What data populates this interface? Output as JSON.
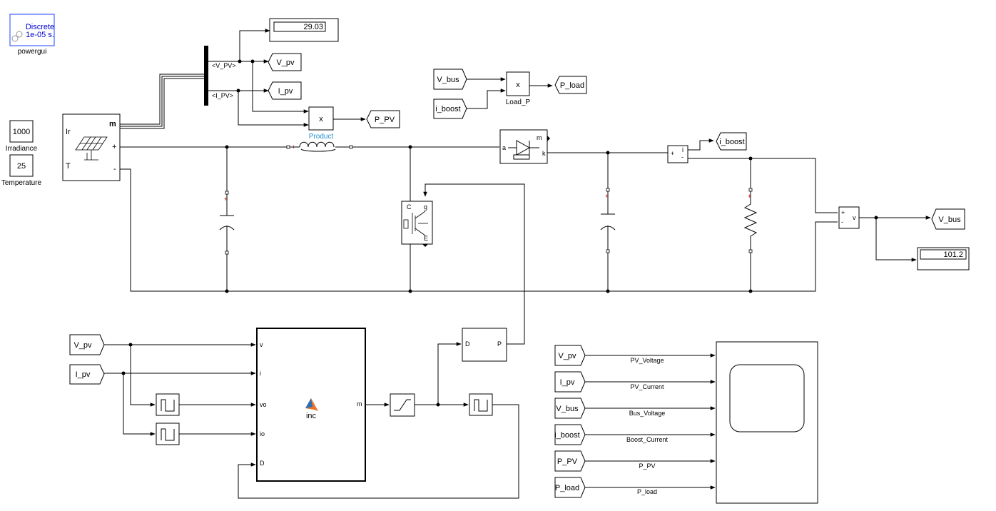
{
  "powergui": {
    "line1": "Discrete",
    "line2": "1e-05 s.",
    "name": "powergui"
  },
  "sources": {
    "irradiance": {
      "value": "1000",
      "name": "Irradiance"
    },
    "temperature": {
      "value": "25",
      "name": "Temperature"
    }
  },
  "pv_array": {
    "port_ir": "Ir",
    "port_t": "T",
    "port_m": "m",
    "port_plus": "+",
    "port_minus": "-"
  },
  "bus_selector": {
    "out1": "<V_PV>",
    "out2": "<I_PV>"
  },
  "display_pv": {
    "value": "29.03"
  },
  "display_bus": {
    "value": "101.2"
  },
  "goto": {
    "v_pv": "V_pv",
    "i_pv": "I_pv",
    "p_pv": "P_PV",
    "p_load": "P_load",
    "i_boost": "i_boost",
    "v_bus": "V_bus"
  },
  "from": {
    "v_bus": "V_bus",
    "i_boost": "i_boost",
    "v_pv_a": "V_pv",
    "i_pv_a": "I_pv",
    "v_pv_s": "V_pv",
    "i_pv_s": "I_pv",
    "v_bus_s": "V_bus",
    "i_boost_s": "i_boost",
    "p_pv_s": "P_PV",
    "p_load_s": "P_load"
  },
  "product": {
    "symbol": "x",
    "name": "Product"
  },
  "load_p": {
    "symbol": "x",
    "name": "Load_P"
  },
  "diode": {
    "port_a": "a",
    "port_m": "m",
    "port_k": "k"
  },
  "igbt": {
    "port_c": "C",
    "port_g": "g",
    "port_e": "E"
  },
  "current_meas": {
    "plus": "+",
    "i": "i",
    "minus": "-"
  },
  "voltage_meas": {
    "plus": "+",
    "minus": "-",
    "v": "v"
  },
  "pwm": {
    "in": "D",
    "out": "P"
  },
  "mppt": {
    "name": "inc",
    "in_v": "v",
    "in_i": "i",
    "in_vo": "vo",
    "in_io": "io",
    "in_d": "D",
    "out_m": "m"
  },
  "scope_signals": [
    "PV_Voltage",
    "PV_Current",
    "Bus_Voltage",
    "Boost_Current",
    "P_PV",
    "P_load"
  ],
  "colors": {
    "accent_blue": "#0000cc",
    "label_blue": "#1e90d0",
    "polarity_red": "#d00000"
  }
}
